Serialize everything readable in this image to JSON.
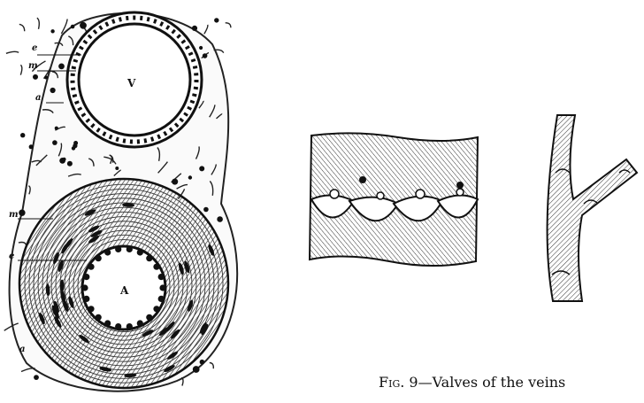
{
  "figures": {
    "vessels": {
      "labels": {
        "e_top": "e",
        "m_top": "m",
        "a_top": "a",
        "vein": "V",
        "m_mid": "m",
        "e_mid": "e",
        "artery": "A",
        "a_bottom": "a"
      }
    }
  },
  "caption": {
    "prefix": "Fig.",
    "text": " 9—Valves of the veins"
  },
  "colors": {
    "ink": "#111111",
    "paper": "#ffffff"
  }
}
